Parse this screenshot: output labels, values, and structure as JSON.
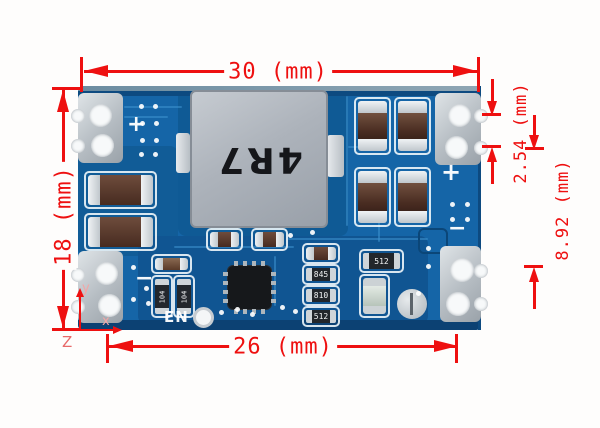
{
  "dimensions": {
    "accent_color": "#ee1010",
    "top_width": "30 (mm)",
    "bottom_width": "26 (mm)",
    "left_height": "18 (mm)",
    "right_pitch": "2.54 (mm)",
    "right_pad_height": "8.92 (mm)"
  },
  "axis_marker": {
    "x_label": "x",
    "y_label": "y",
    "z_label": "Z"
  },
  "board": {
    "base_color": "#1565a7",
    "inductor_label": "4R7",
    "enable_label": "EN",
    "silkscreen": {
      "plus_left": "+",
      "minus_left": "−",
      "plus_right": "+",
      "minus_right": "−"
    },
    "component_labels": {
      "r845": "845",
      "r810": "810",
      "r512": "512",
      "r104": "104"
    }
  }
}
